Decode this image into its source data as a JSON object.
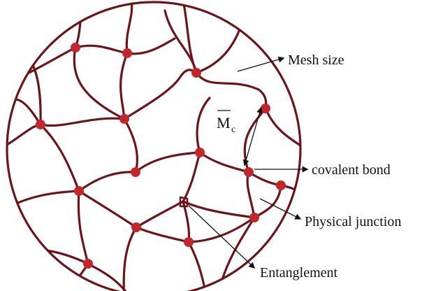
{
  "diagram": {
    "colors": {
      "chain": "#6b1419",
      "node": "#c1272d",
      "arrow": "#111111"
    },
    "labels": {
      "mesh_size": "Mesh size",
      "mc_symbol": "M",
      "mc_subscript": "c",
      "covalent_bond": "covalent bond",
      "physical_junction": "Physical junction",
      "entanglement": "Entanglement"
    }
  }
}
